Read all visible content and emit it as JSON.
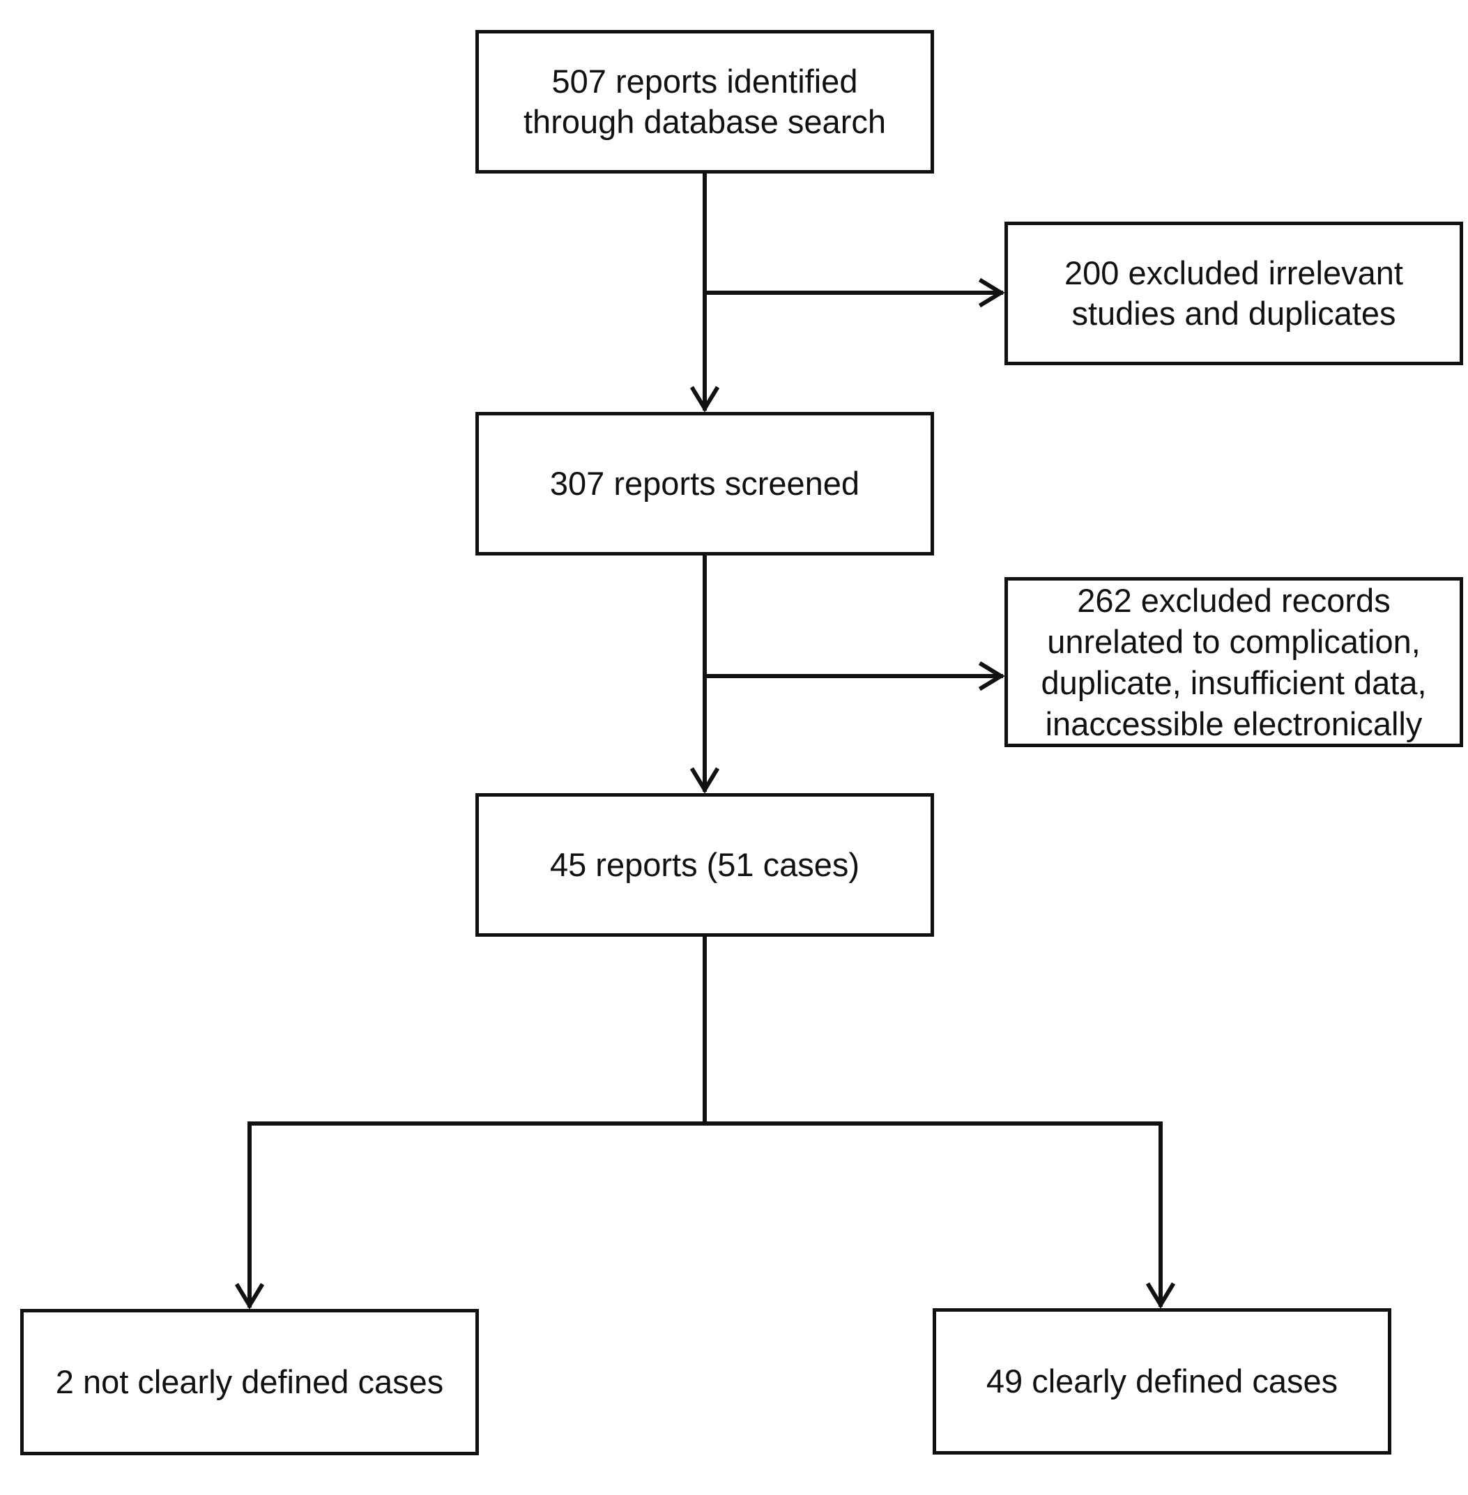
{
  "flowchart": {
    "identified": "507 reports identified\nthrough database search",
    "excluded_first": "200 excluded irrelevant\nstudies and duplicates",
    "screened": "307 reports screened",
    "excluded_second": "262 excluded records\nunrelated to complication,\nduplicate, insufficient data,\ninaccessible electronically",
    "included": "45 reports (51 cases)",
    "not_clearly_defined": "2 not clearly defined cases",
    "clearly_defined": "49 clearly defined cases"
  },
  "colors": {
    "line": "#111111",
    "background": "#ffffff"
  }
}
